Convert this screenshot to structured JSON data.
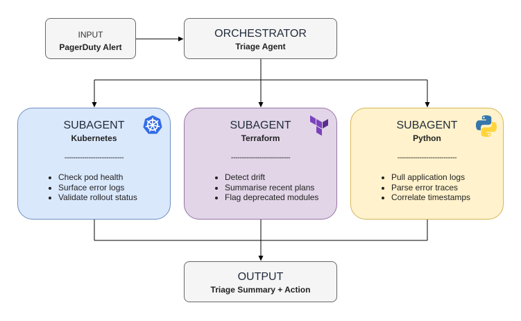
{
  "input": {
    "heading": "INPUT",
    "label": "PagerDuty Alert"
  },
  "orchestrator": {
    "heading": "ORCHESTRATOR",
    "label": "Triage Agent"
  },
  "subagents": [
    {
      "heading": "SUBAGENT",
      "label": "Kubernetes",
      "separator": "---------------------------",
      "icon": "kubernetes-icon",
      "tasks": [
        "Check pod health",
        "Surface error logs",
        "Validate rollout status"
      ]
    },
    {
      "heading": "SUBAGENT",
      "label": "Terraform",
      "separator": "---------------------------",
      "icon": "terraform-icon",
      "tasks": [
        "Detect drift",
        "Summarise recent plans",
        "Flag deprecated modules"
      ]
    },
    {
      "heading": "SUBAGENT",
      "label": "Python",
      "separator": "---------------------------",
      "icon": "python-icon",
      "tasks": [
        "Pull application logs",
        "Parse error traces",
        "Correlate timestamps"
      ]
    }
  ],
  "output": {
    "heading": "OUTPUT",
    "label": "Triage Summary + Action"
  },
  "colors": {
    "grey_box": "#f5f5f5",
    "kubernetes_fill": "#dae8fc",
    "kubernetes_stroke": "#6c8ebf",
    "terraform_fill": "#e1d5e7",
    "terraform_stroke": "#9673a6",
    "python_fill": "#fff2cc",
    "python_stroke": "#d6b656",
    "kubernetes_logo": "#326ce5",
    "terraform_logo": "#7b42bc",
    "python_blue": "#3776ab",
    "python_yellow": "#ffd43b"
  }
}
